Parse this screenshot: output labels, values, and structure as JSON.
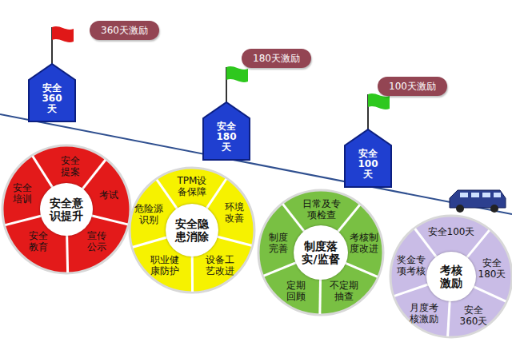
{
  "diagram": {
    "nodes": [
      {
        "text": [
          "360天激励"
        ]
      },
      {
        "text": [
          "安全360天"
        ]
      },
      {
        "text": [
          "180天激励"
        ]
      },
      {
        "text": [
          "安全180天"
        ]
      },
      {
        "text": [
          "100天激励"
        ]
      },
      {
        "text": [
          "安全100天"
        ]
      },
      {
        "text": [
          "安全意识提升"
        ]
      },
      {
        "text": [
          "安全提案"
        ]
      },
      {
        "text": [
          "考试"
        ]
      },
      {
        "text": [
          "宣传公示"
        ]
      },
      {
        "text": [
          "安全教育"
        ]
      },
      {
        "text": [
          "安全培训"
        ]
      },
      {
        "text": [
          "安全隐患消除"
        ]
      },
      {
        "text": [
          "TPM设备保障"
        ]
      },
      {
        "text": [
          "环境改善"
        ]
      },
      {
        "text": [
          "设备工艺改进"
        ]
      },
      {
        "text": [
          "职业健康防护"
        ]
      },
      {
        "text": [
          "危险源识别"
        ]
      },
      {
        "text": [
          "制度落实/监督"
        ]
      },
      {
        "text": [
          "日常及专项检查"
        ]
      },
      {
        "text": [
          "考核制度改进"
        ]
      },
      {
        "text": [
          "不定期抽查"
        ]
      },
      {
        "text": [
          "定期回顾"
        ]
      },
      {
        "text": [
          "制度完善"
        ]
      },
      {
        "text": [
          "考核激励"
        ]
      },
      {
        "text": [
          "安全100天"
        ]
      },
      {
        "text": [
          "安全180天"
        ]
      },
      {
        "text": [
          "安全360天"
        ]
      },
      {
        "text": [
          "月度考核激励"
        ]
      },
      {
        "text": [
          "奖金专项考核"
        ]
      }
    ]
  }
}
